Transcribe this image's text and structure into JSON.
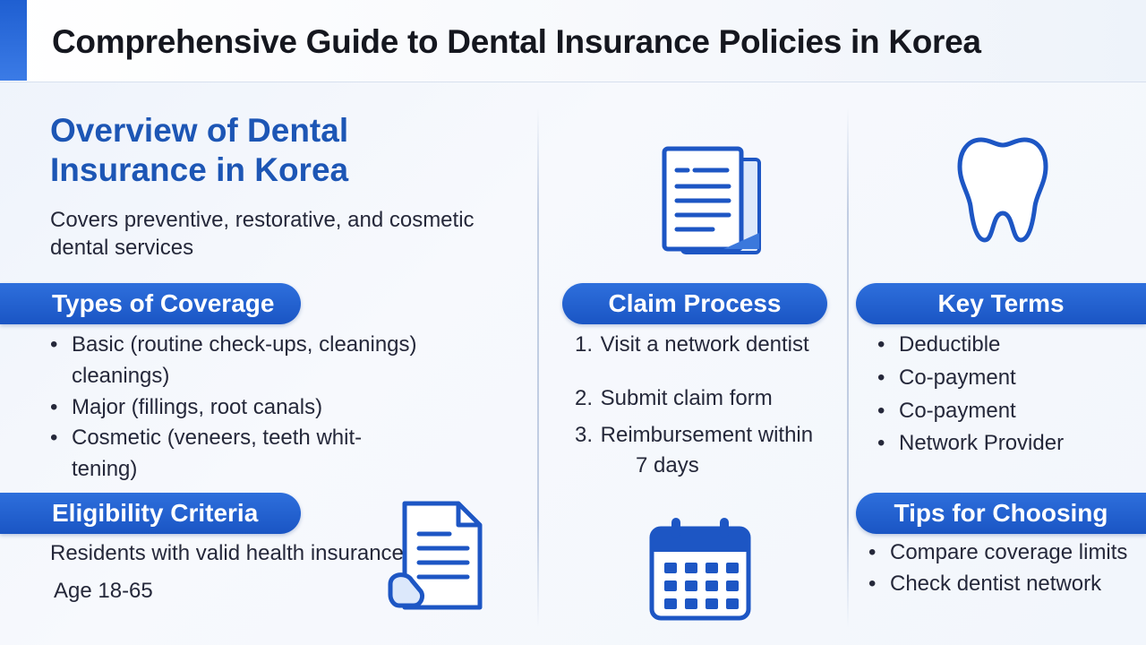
{
  "title": "Comprehensive Guide to Dental Insurance Policies in Korea",
  "overview": {
    "heading": "Overview of Dental Insurance in Korea",
    "description": "Covers preventive, restorative, and cosmetic dental services"
  },
  "coverage": {
    "heading": "Types of Coverage",
    "items": [
      {
        "line1": "Basic (routine check-ups, cleanings)",
        "line2": "cleanings)"
      },
      {
        "line1": "Major (fillings, root canals)",
        "line2": ""
      },
      {
        "line1": "Cosmetic (veneers, teeth whit-",
        "line2": "tening)"
      }
    ]
  },
  "eligibility": {
    "heading": "Eligibility Criteria",
    "residents": "Residents with valid health insurance",
    "age": "Age 18-65"
  },
  "claim": {
    "heading": "Claim Process",
    "steps": [
      {
        "num": "1.",
        "text": "Visit a network dentist",
        "cont": ""
      },
      {
        "num": "2.",
        "text": "Submit claim form",
        "cont": ""
      },
      {
        "num": "3.",
        "text": "Reimbursement within",
        "cont": "7 days"
      }
    ]
  },
  "key_terms": {
    "heading": "Key Terms",
    "items": [
      "Deductible",
      "Co-payment",
      "Co-payment",
      "Network Provider"
    ]
  },
  "tips": {
    "heading": "Tips for Choosing",
    "items": [
      "Compare coverage limits",
      "Check dentist network"
    ]
  },
  "icons": {
    "document": "document-icon",
    "tooth": "tooth-icon",
    "form": "form-icon",
    "calendar": "calendar-icon"
  },
  "colors": {
    "accent": "#1f5fd1",
    "heading": "#1d56b5"
  }
}
